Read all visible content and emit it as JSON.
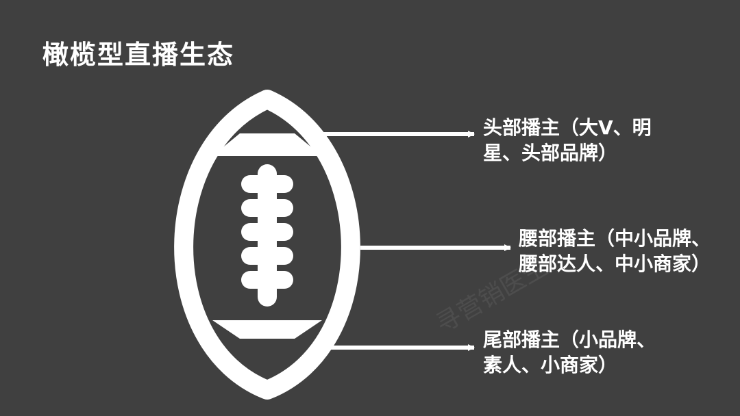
{
  "slide": {
    "title": "橄榄型直播生态",
    "watermark": "寻营销医生",
    "tiers": {
      "top": {
        "line1": "头部播主（大V、明",
        "line2": "星、头部品牌）"
      },
      "middle": {
        "line1": "腰部播主（中小品牌、",
        "line2": "腰部达人、中小商家）"
      },
      "bottom": {
        "line1": "尾部播主（小品牌、",
        "line2": "素人、小商家）"
      }
    },
    "colors": {
      "background": "#404040",
      "foreground": "#ffffff"
    },
    "icon": "football-icon"
  }
}
